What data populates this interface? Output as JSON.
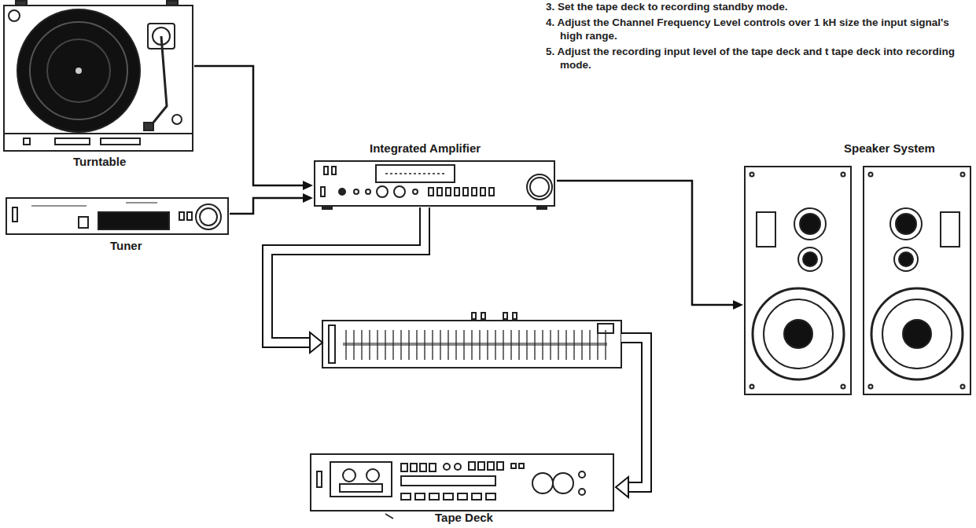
{
  "diagram": {
    "nodes": [
      {
        "text": [
          "Turntable"
        ]
      },
      {
        "text": [
          "Tuner"
        ]
      },
      {
        "text": [
          "Integrated Amplifier"
        ]
      },
      {
        "text": []
      },
      {
        "text": [
          "Speaker System"
        ]
      },
      {
        "text": [
          "Tape Deck"
        ]
      }
    ],
    "edges": [
      {
        "from": 0,
        "to": 2,
        "arrow": "to"
      },
      {
        "from": 1,
        "to": 2,
        "arrow": "to"
      },
      {
        "from": 2,
        "to": 3,
        "arrow": "to"
      },
      {
        "from": 3,
        "to": 5,
        "arrow": "to"
      },
      {
        "from": 2,
        "to": 4,
        "arrow": "to"
      }
    ],
    "labels": [
      "3. Set the tape deck to recording standby mode.",
      "4. Adjust the Channel Frequency Level controls over 1 kH size the input signal's high range.",
      "5. Adjust the recording input level of the tape deck and t tape deck into recording mode."
    ]
  }
}
